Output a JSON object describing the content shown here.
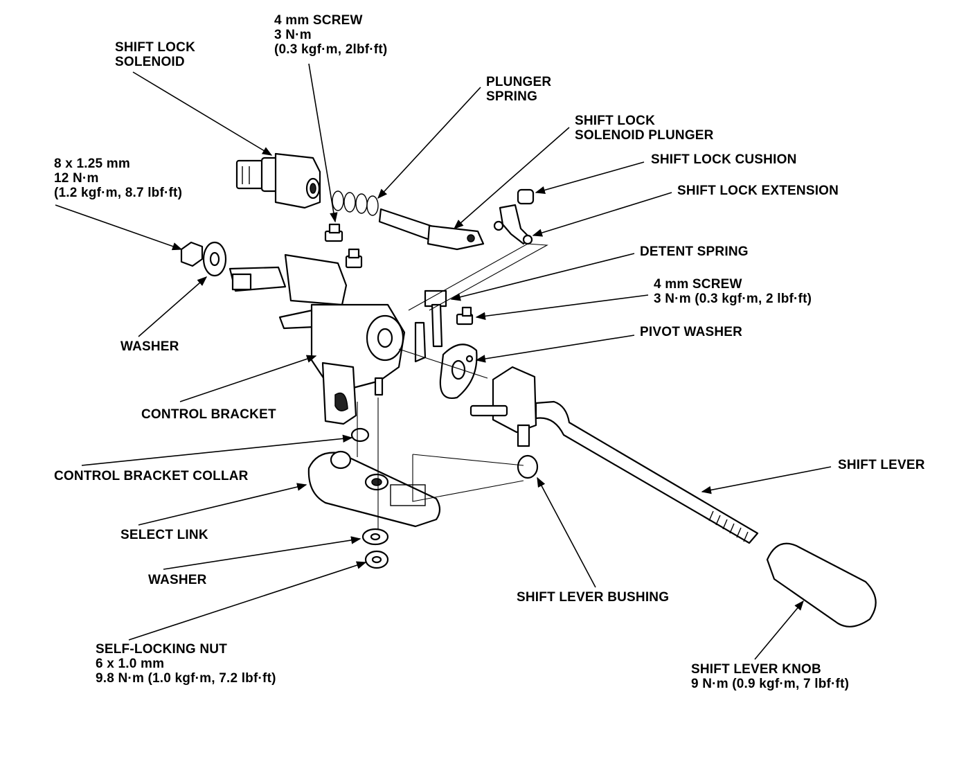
{
  "labels": {
    "shift_lock_solenoid": [
      "SHIFT LOCK",
      "SOLENOID"
    ],
    "screw_top": [
      "4 mm SCREW",
      "3 N·m",
      "(0.3 kgf·m, 2lbf·ft)"
    ],
    "plunger_spring": [
      "PLUNGER",
      "SPRING"
    ],
    "solenoid_plunger": [
      "SHIFT LOCK",
      "SOLENOID PLUNGER"
    ],
    "shift_lock_cushion": [
      "SHIFT LOCK CUSHION"
    ],
    "shift_lock_extension": [
      "SHIFT LOCK EXTENSION"
    ],
    "nut_spec": [
      "8 x 1.25 mm",
      "12 N·m",
      "(1.2 kgf·m, 8.7 lbf·ft)"
    ],
    "detent_spring": [
      "DETENT SPRING"
    ],
    "screw_mid": [
      "4 mm SCREW",
      "3 N·m (0.3 kgf·m, 2 lbf·ft)"
    ],
    "pivot_washer": [
      "PIVOT WASHER"
    ],
    "washer_left": [
      "WASHER"
    ],
    "control_bracket": [
      "CONTROL BRACKET"
    ],
    "control_bracket_collar": [
      "CONTROL BRACKET COLLAR"
    ],
    "shift_lever": [
      "SHIFT LEVER"
    ],
    "select_link": [
      "SELECT LINK"
    ],
    "washer_bottom": [
      "WASHER"
    ],
    "shift_lever_bushing": [
      "SHIFT LEVER BUSHING"
    ],
    "self_locking_nut": [
      "SELF-LOCKING NUT",
      "6 x 1.0 mm",
      "9.8 N·m (1.0 kgf·m, 7.2 lbf·ft)"
    ],
    "shift_lever_knob": [
      "SHIFT LEVER KNOB",
      "9 N·m (0.9 kgf·m, 7 lbf·ft)"
    ]
  }
}
